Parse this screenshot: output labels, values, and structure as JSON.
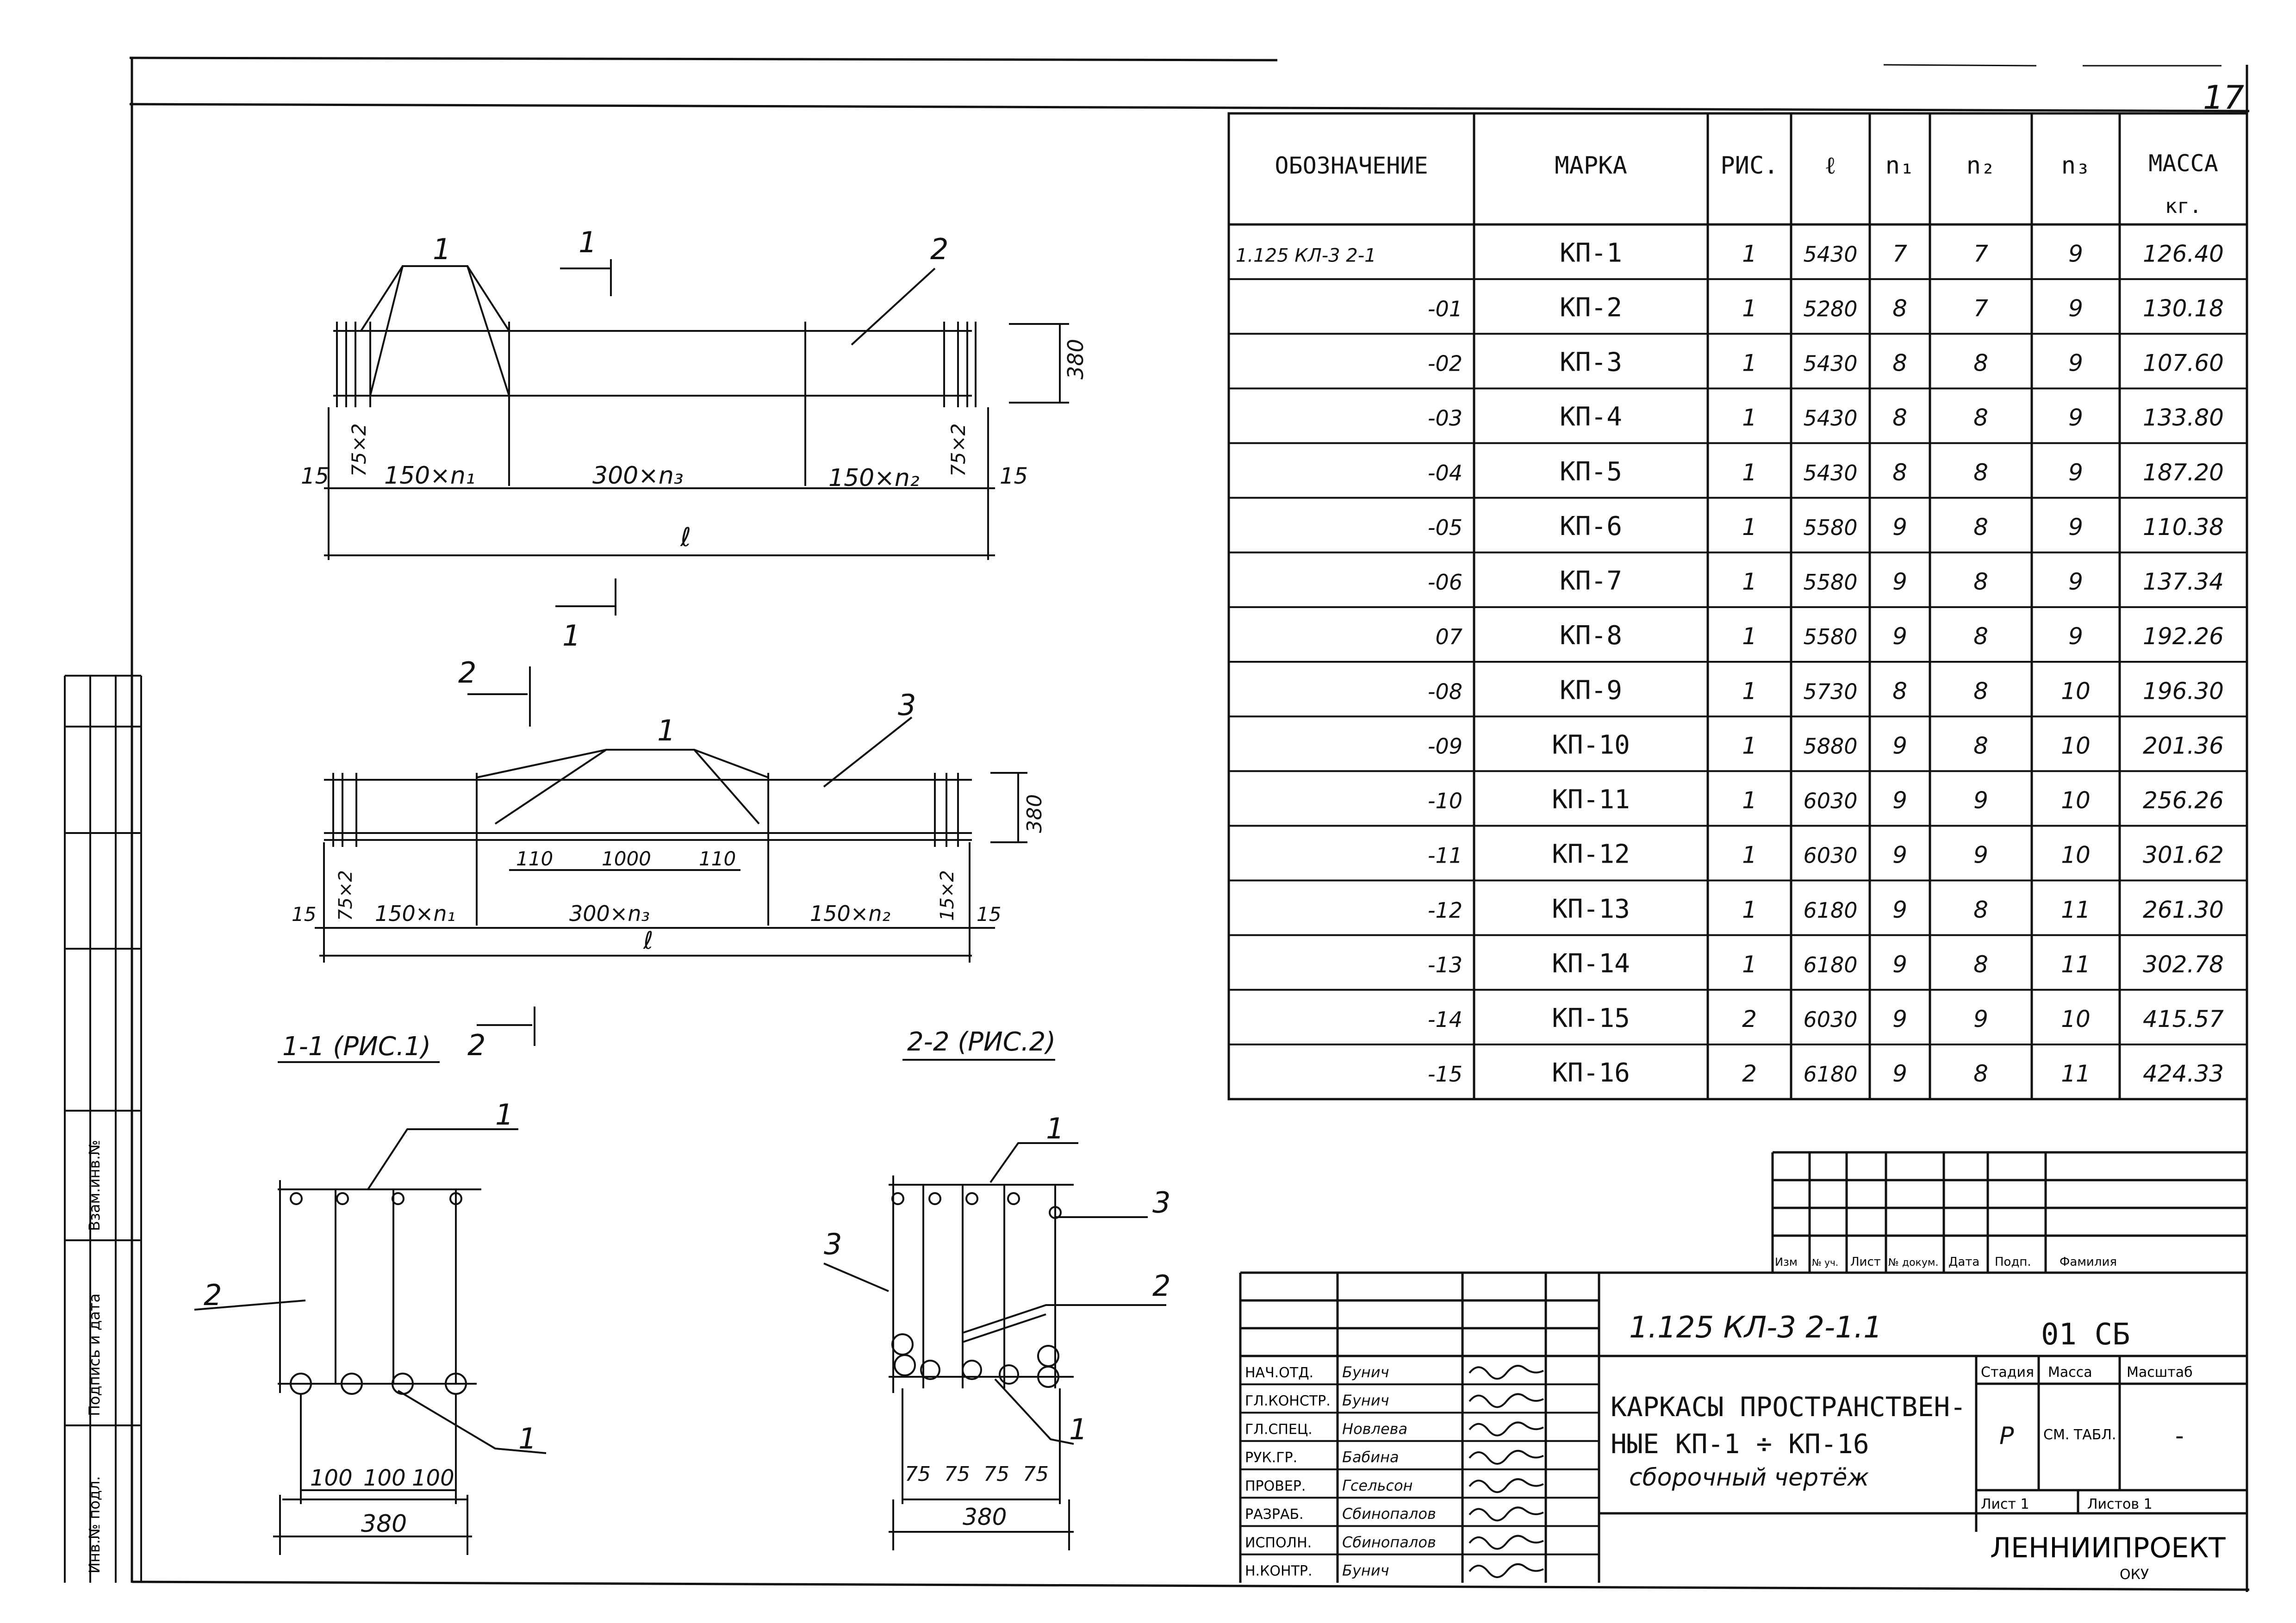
{
  "sheet": {
    "page_number": "17"
  },
  "table": {
    "headers": [
      "ОБОЗНАЧЕНИЕ",
      "МАРКА",
      "РИС.",
      "ℓ",
      "n₁",
      "n₂",
      "n₃",
      "МАССА",
      "кг."
    ],
    "rows": [
      [
        "1.125 КЛ-3  2-1",
        "КП-1",
        "1",
        "5430",
        "7",
        "7",
        "9",
        "126.40"
      ],
      [
        "-01",
        "КП-2",
        "1",
        "5280",
        "8",
        "7",
        "9",
        "130.18"
      ],
      [
        "-02",
        "КП-3",
        "1",
        "5430",
        "8",
        "8",
        "9",
        "107.60"
      ],
      [
        "-03",
        "КП-4",
        "1",
        "5430",
        "8",
        "8",
        "9",
        "133.80"
      ],
      [
        "-04",
        "КП-5",
        "1",
        "5430",
        "8",
        "8",
        "9",
        "187.20"
      ],
      [
        "-05",
        "КП-6",
        "1",
        "5580",
        "9",
        "8",
        "9",
        "110.38"
      ],
      [
        "-06",
        "КП-7",
        "1",
        "5580",
        "9",
        "8",
        "9",
        "137.34"
      ],
      [
        "07",
        "КП-8",
        "1",
        "5580",
        "9",
        "8",
        "9",
        "192.26"
      ],
      [
        "-08",
        "КП-9",
        "1",
        "5730",
        "8",
        "8",
        "10",
        "196.30"
      ],
      [
        "-09",
        "КП-10",
        "1",
        "5880",
        "9",
        "8",
        "10",
        "201.36"
      ],
      [
        "-10",
        "КП-11",
        "1",
        "6030",
        "9",
        "9",
        "10",
        "256.26"
      ],
      [
        "-11",
        "КП-12",
        "1",
        "6030",
        "9",
        "9",
        "10",
        "301.62"
      ],
      [
        "-12",
        "КП-13",
        "1",
        "6180",
        "9",
        "8",
        "11",
        "261.30"
      ],
      [
        "-13",
        "КП-14",
        "1",
        "6180",
        "9",
        "8",
        "11",
        "302.78"
      ],
      [
        "-14",
        "КП-15",
        "2",
        "6030",
        "9",
        "9",
        "10",
        "415.57"
      ],
      [
        "-15",
        "КП-16",
        "2",
        "6180",
        "9",
        "8",
        "11",
        "424.33"
      ]
    ]
  },
  "drawings": {
    "fig1": {
      "labels": [
        "1",
        "2",
        "1",
        "1"
      ],
      "dims": [
        "15",
        "75×2",
        "150×n₁",
        "300×n₃",
        "150×n₂",
        "75×2",
        "15",
        "ℓ",
        "380"
      ]
    },
    "fig2": {
      "labels": [
        "2",
        "1",
        "3",
        "2"
      ],
      "dims": [
        "110",
        "1000",
        "110",
        "15",
        "75×2",
        "150×n₁",
        "300×n₃",
        "150×n₂",
        "15×2",
        "15",
        "ℓ",
        "380"
      ]
    },
    "sec1": {
      "title": "1-1 (РИС.1)",
      "labels": [
        "1",
        "2",
        "1"
      ],
      "dims": [
        "100",
        "100",
        "100",
        "380"
      ]
    },
    "sec2": {
      "title": "2-2 (РИС.2)",
      "labels": [
        "1",
        "3",
        "3",
        "2",
        "1"
      ],
      "dims": [
        "75",
        "75",
        "75",
        "75",
        "380"
      ]
    }
  },
  "side_stamp": [
    "Взам.инв.№",
    "Подпись и дата",
    "Инв.№ подл."
  ],
  "title_block": {
    "rev_headers": [
      "Изм",
      "№ уч.",
      "Лист",
      "№ докум.",
      "Дата",
      "Подп.",
      "Фамилия"
    ],
    "code": "1.125  КЛ-3     2-1.1",
    "doc_no": "01  СБ",
    "roles": [
      "НАЧ.ОТД.",
      "ГЛ.КОНСТР.",
      "ГЛ.СПЕЦ.",
      "РУК.ГР.",
      "ПРОВЕР.",
      "РАЗРАБ.",
      "ИСПОЛН.",
      "Н.КОНТР."
    ],
    "names": [
      "Бунич",
      "Бунич",
      "Новлева",
      "Бабина",
      "Гсельсон",
      "Сбинопалов",
      "Сбинопалов",
      "Бунич"
    ],
    "title_lines": [
      "КАРКАСЫ ПРОСТРАНСТВЕН-",
      "НЫЕ КП-1 ÷ КП-16",
      "сборочный  чертёж"
    ],
    "stage_headers": [
      "Стадия",
      "Масса",
      "Масштаб"
    ],
    "stage": "Р",
    "mass": "СМ. ТАБЛ.",
    "scale": "-",
    "sheet_label": "Лист  1",
    "sheets_label": "Листов   1",
    "org": "ЛЕННИИПРОЕКТ",
    "org_sub": "ОКУ"
  }
}
